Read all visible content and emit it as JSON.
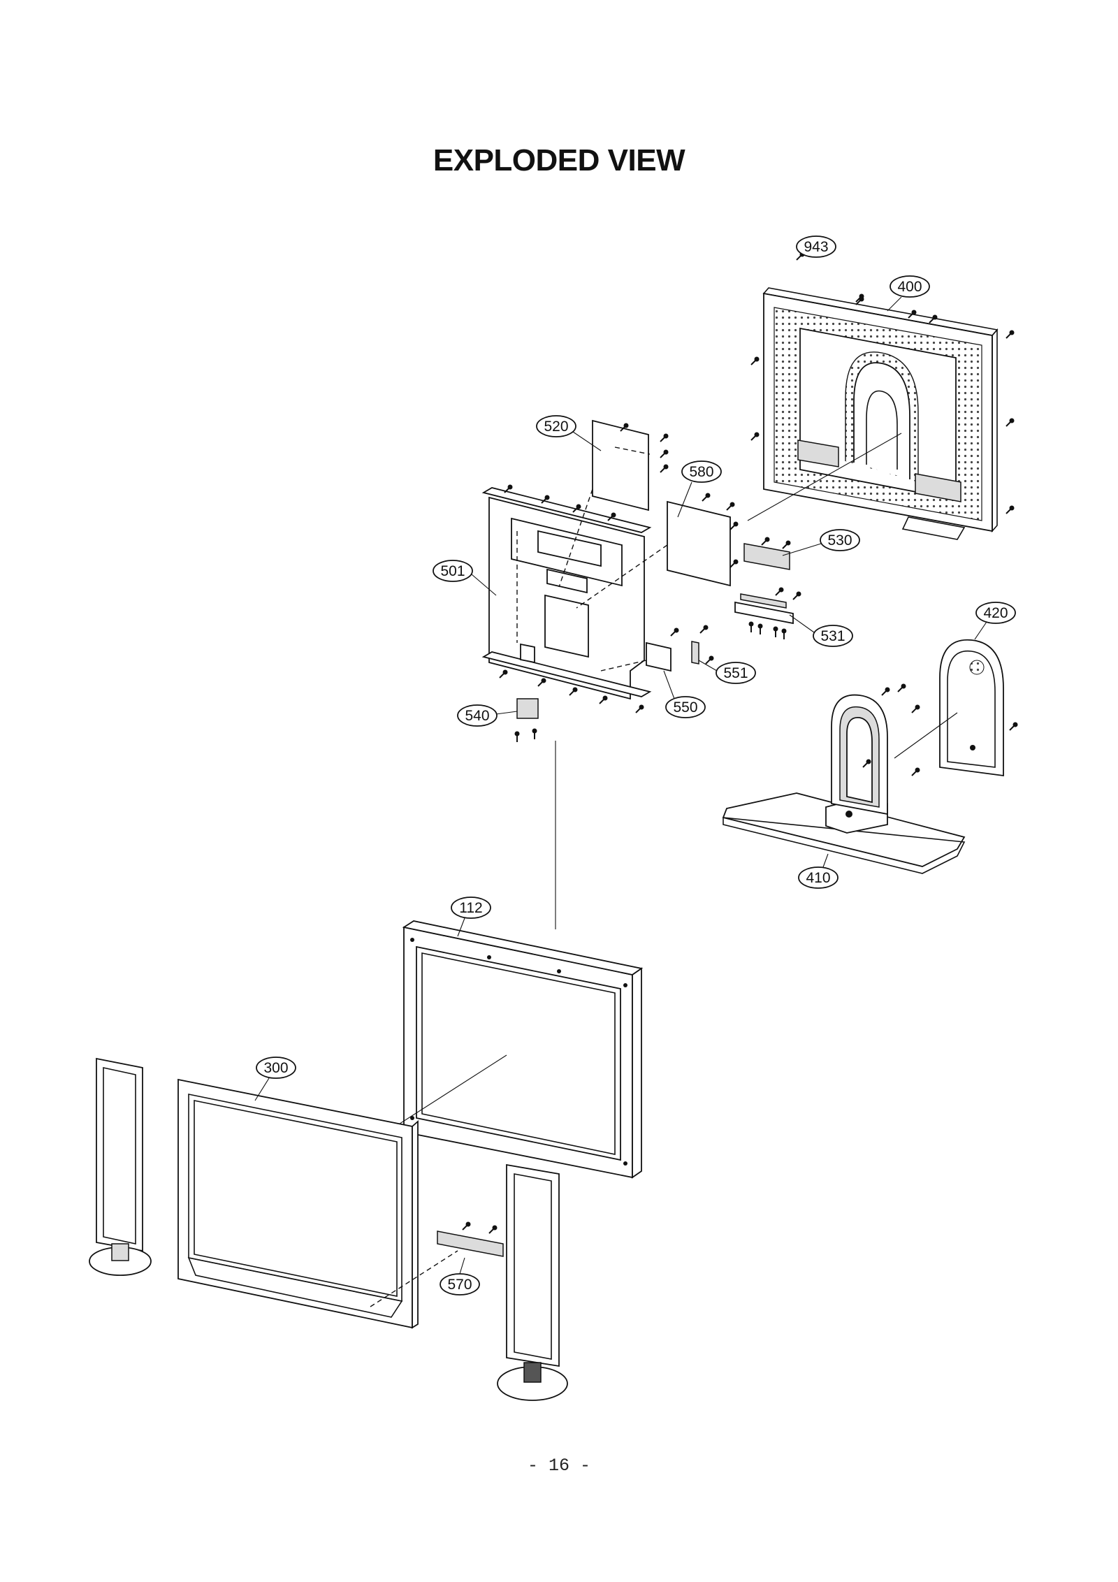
{
  "document": {
    "title": "EXPLODED VIEW",
    "page_number": "- 16 -"
  },
  "callouts": [
    {
      "id": "943",
      "label": "943"
    },
    {
      "id": "400",
      "label": "400"
    },
    {
      "id": "520",
      "label": "520"
    },
    {
      "id": "580",
      "label": "580"
    },
    {
      "id": "530",
      "label": "530"
    },
    {
      "id": "501",
      "label": "501"
    },
    {
      "id": "531",
      "label": "531"
    },
    {
      "id": "420",
      "label": "420"
    },
    {
      "id": "551",
      "label": "551"
    },
    {
      "id": "550",
      "label": "550"
    },
    {
      "id": "540",
      "label": "540"
    },
    {
      "id": "410",
      "label": "410"
    },
    {
      "id": "112",
      "label": "112"
    },
    {
      "id": "300",
      "label": "300"
    },
    {
      "id": "570",
      "label": "570"
    }
  ]
}
